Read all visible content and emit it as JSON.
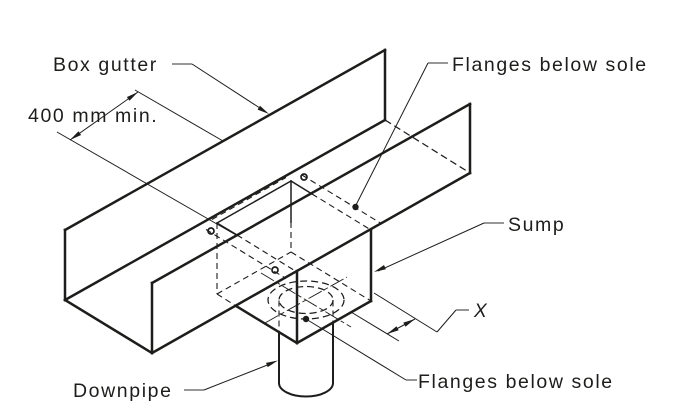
{
  "figure": {
    "background_color": "#ffffff",
    "line_color": "#1d1d1b",
    "leader_stub_color": "#8a8a8a",
    "labels": {
      "box_gutter": "Box gutter",
      "min_width": "400 mm min.",
      "flanges_below_sole_top": "Flanges below sole",
      "sump": "Sump",
      "x_dimension": "X",
      "flanges_below_sole_bottom": "Flanges below sole",
      "downpipe": "Downpipe"
    }
  }
}
